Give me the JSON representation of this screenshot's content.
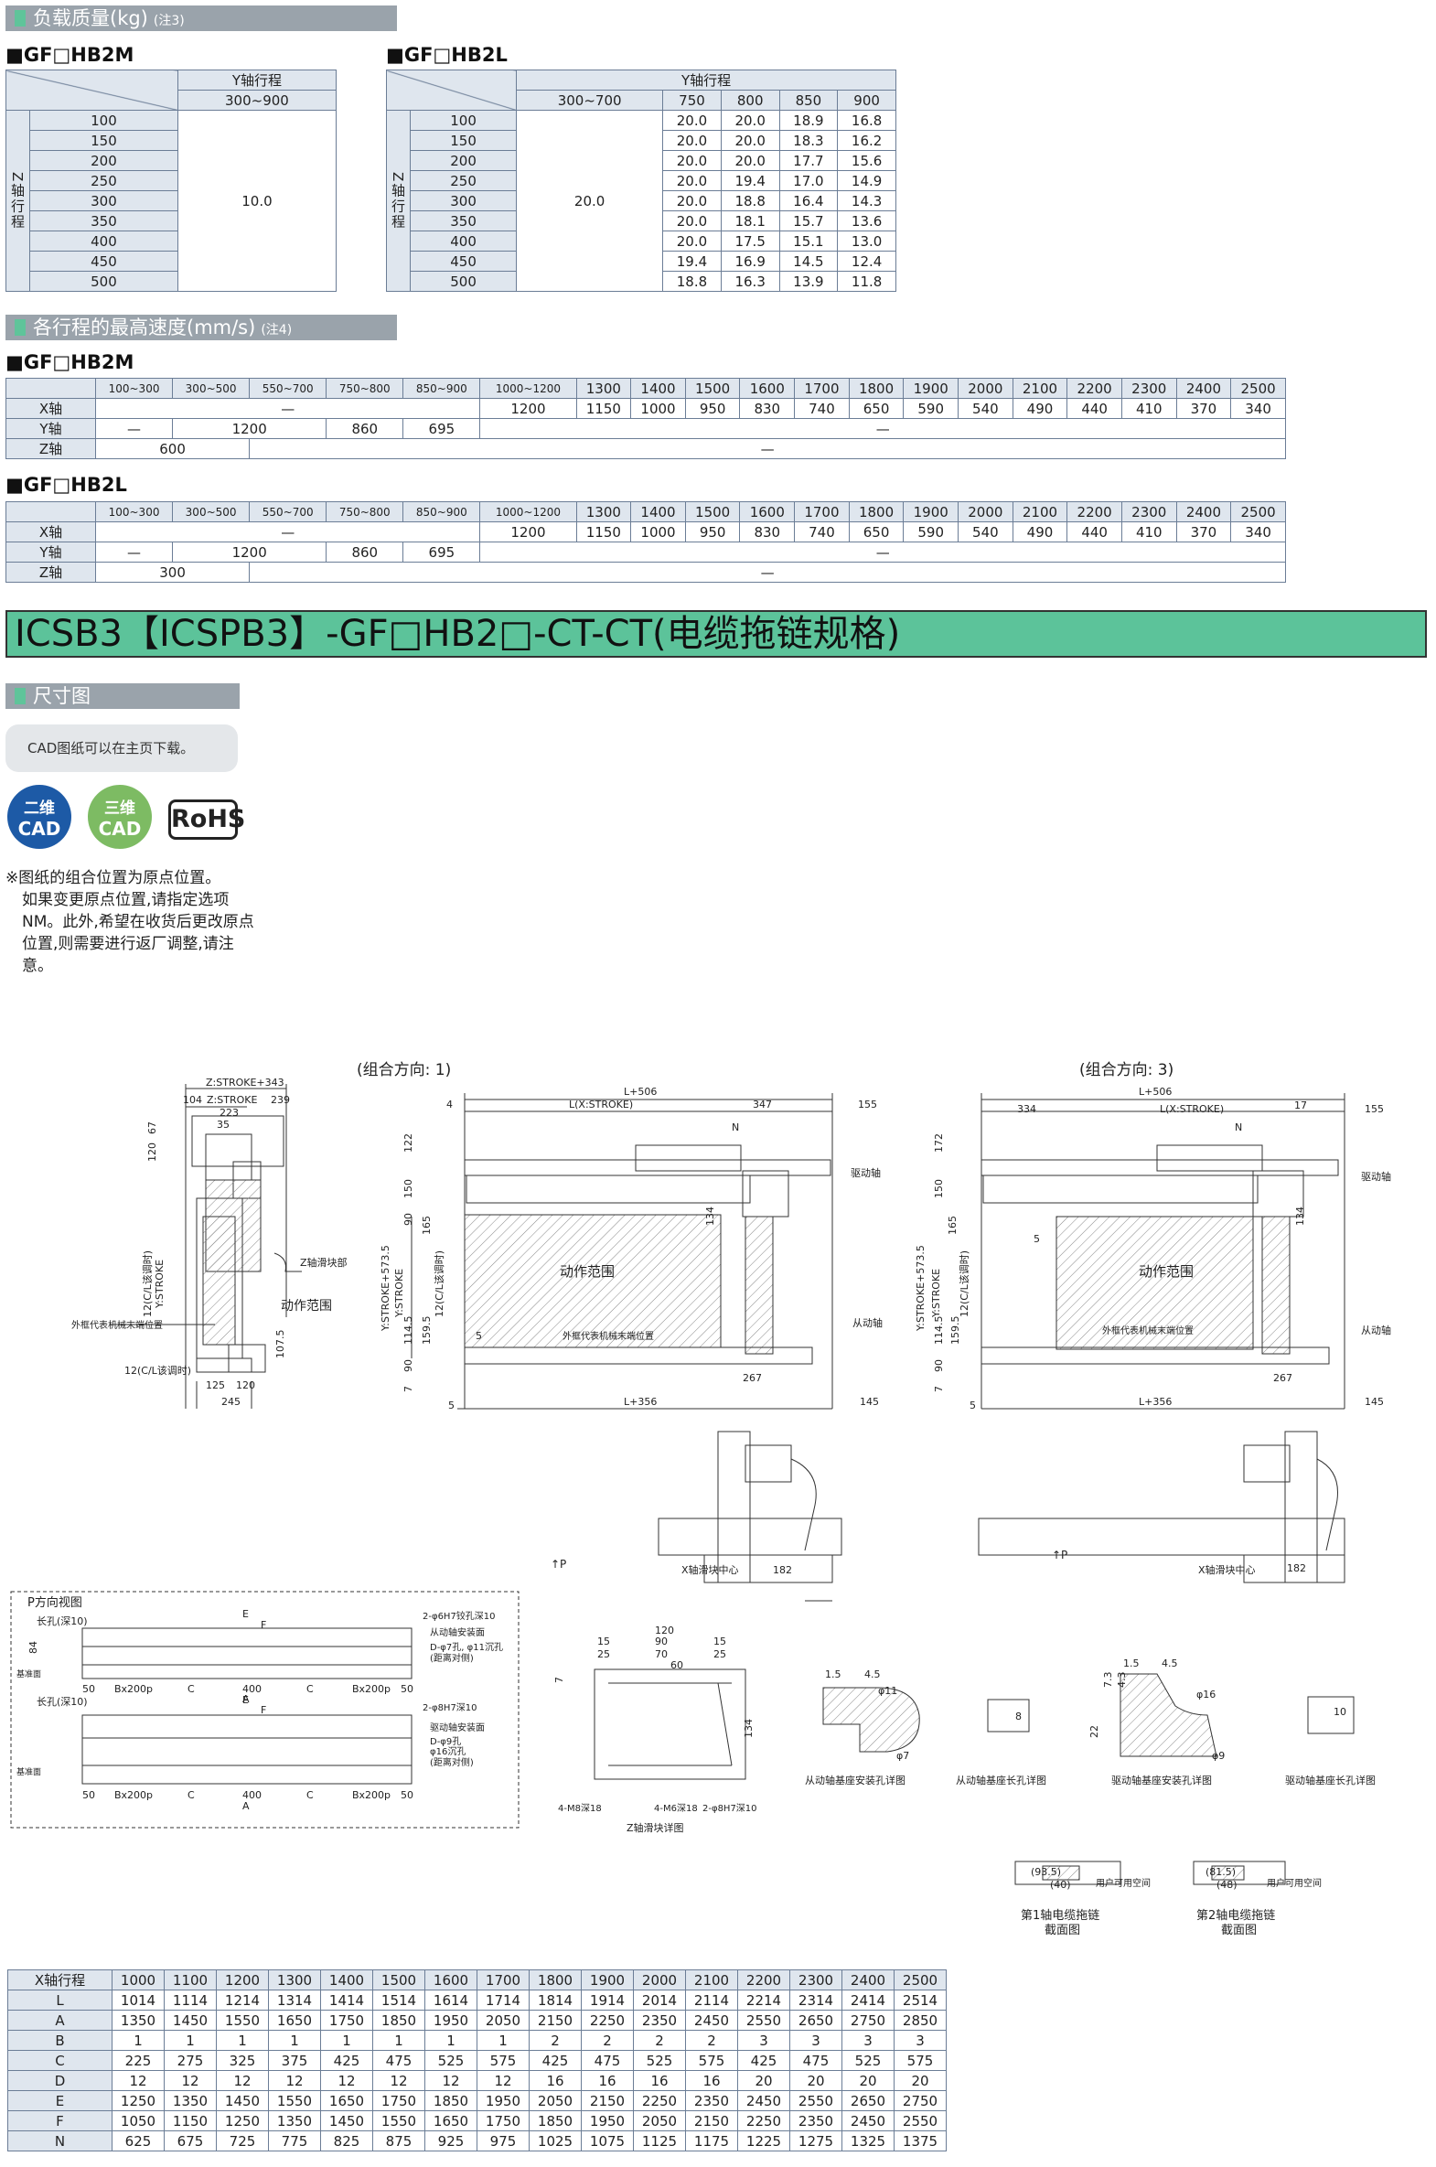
{
  "load_section": {
    "title": "负载质量(kg)",
    "note": "(注3)"
  },
  "hb2m": {
    "label": "■GF□HB2M",
    "y_head": "Y轴行程",
    "y_range": "300~900",
    "z_axis": "Z轴行程",
    "rows": [
      "100",
      "150",
      "200",
      "250",
      "300",
      "350",
      "400",
      "450",
      "500"
    ],
    "value": "10.0"
  },
  "hb2l": {
    "label": "■GF□HB2L",
    "y_head": "Y轴行程",
    "cols": [
      "300~700",
      "750",
      "800",
      "850",
      "900"
    ],
    "z_axis": "Z轴行程",
    "first_value": "20.0",
    "rows": [
      {
        "z": "100",
        "v": [
          "20.0",
          "20.0",
          "18.9",
          "16.8"
        ]
      },
      {
        "z": "150",
        "v": [
          "20.0",
          "20.0",
          "18.3",
          "16.2"
        ]
      },
      {
        "z": "200",
        "v": [
          "20.0",
          "20.0",
          "17.7",
          "15.6"
        ]
      },
      {
        "z": "250",
        "v": [
          "20.0",
          "19.4",
          "17.0",
          "14.9"
        ]
      },
      {
        "z": "300",
        "v": [
          "20.0",
          "18.8",
          "16.4",
          "14.3"
        ]
      },
      {
        "z": "350",
        "v": [
          "20.0",
          "18.1",
          "15.7",
          "13.6"
        ]
      },
      {
        "z": "400",
        "v": [
          "20.0",
          "17.5",
          "15.1",
          "13.0"
        ]
      },
      {
        "z": "450",
        "v": [
          "19.4",
          "16.9",
          "14.5",
          "12.4"
        ]
      },
      {
        "z": "500",
        "v": [
          "18.8",
          "16.3",
          "13.9",
          "11.8"
        ]
      }
    ]
  },
  "speed_section": {
    "title": "各行程的最高速度(mm/s)",
    "note": "(注4)"
  },
  "speed_headers": [
    "100~300",
    "300~500",
    "550~700",
    "750~800",
    "850~900",
    "1000~1200",
    "1300",
    "1400",
    "1500",
    "1600",
    "1700",
    "1800",
    "1900",
    "2000",
    "2100",
    "2200",
    "2300",
    "2400",
    "2500"
  ],
  "speed_x": [
    "1200",
    "1150",
    "1000",
    "950",
    "830",
    "740",
    "650",
    "590",
    "540",
    "490",
    "440",
    "410",
    "370",
    "340"
  ],
  "speed_y": [
    "1200",
    "860",
    "695"
  ],
  "dash": "—",
  "axes": {
    "x": "X轴",
    "y": "Y轴",
    "z": "Z轴"
  },
  "speed_m": {
    "label": "■GF□HB2M",
    "z": "600"
  },
  "speed_l": {
    "label": "■GF□HB2L",
    "z": "300"
  },
  "main_title": "ICSB3【ICSPB3】-GF□HB2□-CT-CT(电缆拖链规格)",
  "dim_section": {
    "title": "尺寸图"
  },
  "cad_note": "CAD图纸可以在主页下载。",
  "badges": {
    "cad2_l1": "二维",
    "cad2_l2": "CAD",
    "cad3_l1": "三维",
    "cad3_l2": "CAD",
    "rohs": "RoHS"
  },
  "origin_note": {
    "line1": "※图纸的组合位置为原点位置。",
    "body": "如果变更原点位置,请指定选项NM。此外,希望在收货后更改原点位置,则需要进行返厂调整,请注意。"
  },
  "drawing": {
    "dir1": "(组合方向: 1)",
    "dir3": "(组合方向: 3)",
    "z_stroke343": "Z:STROKE+343",
    "z_stroke": "Z:STROKE",
    "n104": "104",
    "n239": "239",
    "n223": "223",
    "n35": "35",
    "n120": "120",
    "n67": "67",
    "n12": "12(C/L该调时)",
    "y_stroke": "Y:STROKE",
    "z_cable": "Z轴滑块部",
    "motion_range": "动作范围",
    "ext_mark": "外框代表机械末端位置",
    "n125": "125",
    "n120b": "120",
    "n245": "245",
    "n1075": "107.5",
    "l506": "L+506",
    "lx": "L(X:STROKE)",
    "n347": "347",
    "n155": "155",
    "n4": "4",
    "nN": "N",
    "drive_axis": "驱动轴",
    "driven_axis": "从动轴",
    "ys5735": "Y:STROKE+573.5",
    "n122": "122",
    "n150": "150",
    "n90": "90",
    "n165": "165",
    "n1595": "159.5",
    "n1145": "114.5",
    "n7": "7",
    "n5": "5",
    "n134": "134",
    "n267": "267",
    "l356": "L+356",
    "n145": "145",
    "n334": "334",
    "n17": "17",
    "n172": "172",
    "p_arrow": "↑P",
    "x_center": "X轴滑块中心",
    "n182": "182",
    "p_view": "P方向视图",
    "long_hole": "长孔(深10)",
    "n84": "84",
    "n50": "50",
    "bx200p": "Bx200p",
    "cC": "C",
    "n400": "400",
    "eE": "E",
    "fF": "F",
    "aA": "A",
    "pin_hole": "2-φ6H7铰孔深10",
    "driven_base": "从动轴安装面",
    "d_hole": "D-φ7孔, φ11沉孔",
    "dist": "(距离对侧)",
    "base_face": "基准面",
    "pin2": "2-φ8H7深10",
    "drive_base": "驱动轴安装面",
    "d_hole2": "D-φ9孔",
    "d_hole3": "φ16沉孔",
    "n90b": "90",
    "n70": "70",
    "n15": "15",
    "n25": "25",
    "n60": "60",
    "m8": "4-M8深18",
    "m6": "4-M6深18",
    "pin3": "2-φ8H7深10",
    "z_slider": "Z轴滑块详图",
    "d1": "从动轴基座安装孔详图",
    "d2": "从动轴基座长孔详图",
    "d3": "驱动轴基座安装孔详图",
    "d4": "驱动轴基座长孔详图",
    "n15b": "1.5",
    "n45": "4.5",
    "phi11": "φ11",
    "phi7": "φ7",
    "phi16": "φ16",
    "phi9": "φ9",
    "n8": "8",
    "n10": "10",
    "n73": "7.3",
    "n43": "4.3",
    "n22": "22",
    "c1_93": "(93.5)",
    "c1_40": "(40)",
    "c2_81": "(81.5)",
    "c2_48": "(48)",
    "user_space": "用户可用空间",
    "chain1": "第1轴电缆拖链",
    "chain1b": "截面图",
    "chain2": "第2轴电缆拖链",
    "chain2b": "截面图"
  },
  "dim_table": {
    "headers": [
      "X轴行程",
      "1000",
      "1100",
      "1200",
      "1300",
      "1400",
      "1500",
      "1600",
      "1700",
      "1800",
      "1900",
      "2000",
      "2100",
      "2200",
      "2300",
      "2400",
      "2500"
    ],
    "rows": [
      [
        "L",
        "1014",
        "1114",
        "1214",
        "1314",
        "1414",
        "1514",
        "1614",
        "1714",
        "1814",
        "1914",
        "2014",
        "2114",
        "2214",
        "2314",
        "2414",
        "2514"
      ],
      [
        "A",
        "1350",
        "1450",
        "1550",
        "1650",
        "1750",
        "1850",
        "1950",
        "2050",
        "2150",
        "2250",
        "2350",
        "2450",
        "2550",
        "2650",
        "2750",
        "2850"
      ],
      [
        "B",
        "1",
        "1",
        "1",
        "1",
        "1",
        "1",
        "1",
        "1",
        "2",
        "2",
        "2",
        "2",
        "3",
        "3",
        "3",
        "3"
      ],
      [
        "C",
        "225",
        "275",
        "325",
        "375",
        "425",
        "475",
        "525",
        "575",
        "425",
        "475",
        "525",
        "575",
        "425",
        "475",
        "525",
        "575"
      ],
      [
        "D",
        "12",
        "12",
        "12",
        "12",
        "12",
        "12",
        "12",
        "12",
        "16",
        "16",
        "16",
        "16",
        "20",
        "20",
        "20",
        "20"
      ],
      [
        "E",
        "1250",
        "1350",
        "1450",
        "1550",
        "1650",
        "1750",
        "1850",
        "1950",
        "2050",
        "2150",
        "2250",
        "2350",
        "2450",
        "2550",
        "2650",
        "2750"
      ],
      [
        "F",
        "1050",
        "1150",
        "1250",
        "1350",
        "1450",
        "1550",
        "1650",
        "1750",
        "1850",
        "1950",
        "2050",
        "2150",
        "2250",
        "2350",
        "2450",
        "2550"
      ],
      [
        "N",
        "625",
        "675",
        "725",
        "775",
        "825",
        "875",
        "925",
        "975",
        "1025",
        "1075",
        "1125",
        "1175",
        "1225",
        "1275",
        "1325",
        "1375"
      ]
    ]
  },
  "colors": {
    "accent_green": "#5cc39a",
    "bar_gray": "#9aa3ab",
    "cell_head": "#dfe6ee",
    "border": "#6b7d96"
  }
}
